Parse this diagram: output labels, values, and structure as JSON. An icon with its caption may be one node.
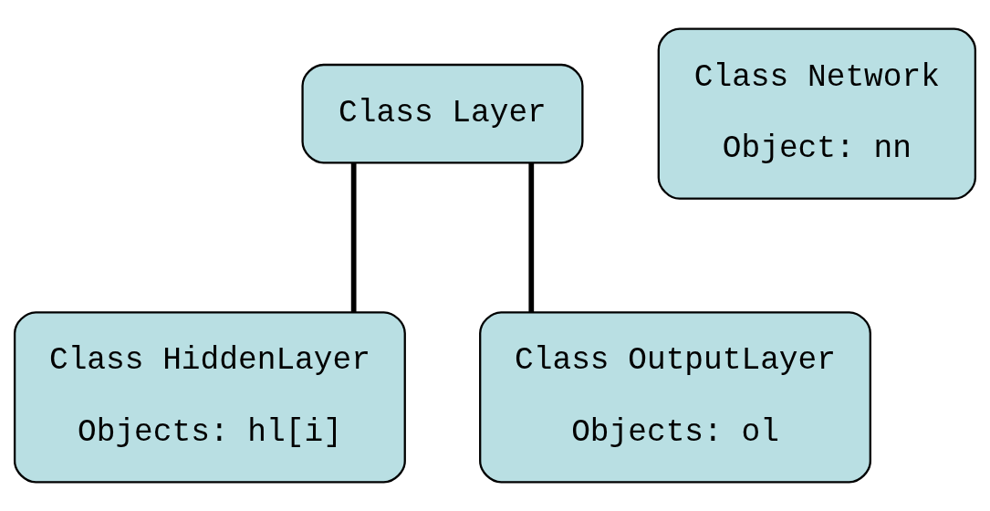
{
  "diagram": {
    "nodes": [
      {
        "text": [
          "Class Layer"
        ]
      },
      {
        "text": [
          "Class Network",
          "Object: nn"
        ]
      },
      {
        "text": [
          "Class HiddenLayer",
          "Objects: hl[i]"
        ]
      },
      {
        "text": [
          "Class OutputLayer",
          "Objects: ol"
        ]
      }
    ],
    "edges": [
      {
        "from": 0,
        "to": 2,
        "arrow": "none"
      },
      {
        "from": 0,
        "to": 3,
        "arrow": "none"
      }
    ]
  }
}
